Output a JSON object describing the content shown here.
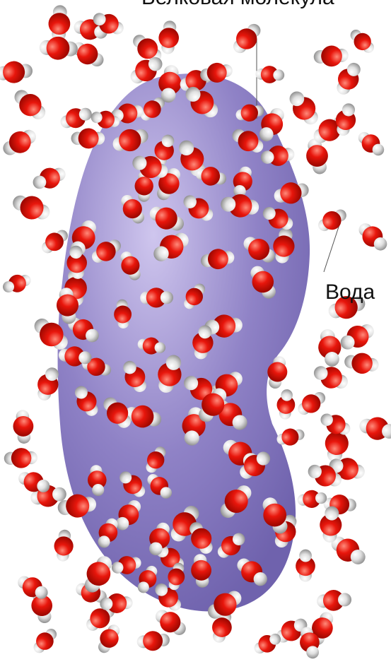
{
  "labels": {
    "top": "Белковая молекула",
    "water": "Вода"
  },
  "colors": {
    "background": "#ffffff",
    "protein": "#8f82c6",
    "protein_highlight": "#cfc6ee",
    "protein_shadow": "#6f62ad",
    "oxygen": "#e8160c",
    "oxygen_highlight": "#ff8a7a",
    "hydrogen": "#e0e0e0",
    "hydrogen_shade": "#8e8e8e",
    "leader_line": "#555555",
    "label_text": "#111111"
  },
  "legend_items": [
    {
      "name": "protein-molecule",
      "label_key": "top"
    },
    {
      "name": "water-molecule",
      "label_key": "water"
    }
  ]
}
